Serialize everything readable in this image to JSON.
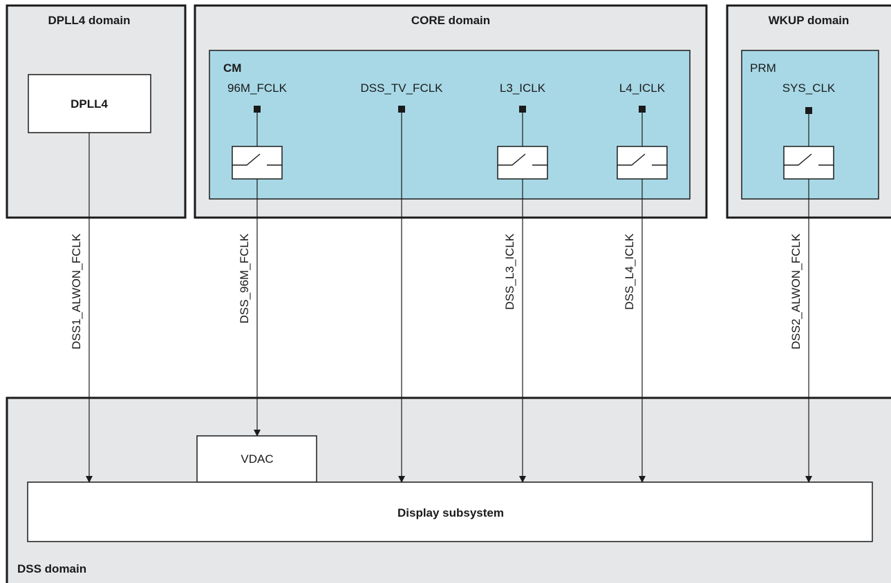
{
  "domains": {
    "dpll4": {
      "title": "DPLL4 domain",
      "block_label": "DPLL4"
    },
    "core": {
      "title": "CORE domain",
      "cm_label": "CM",
      "clocks": [
        "96M_FCLK",
        "DSS_TV_FCLK",
        "L3_ICLK",
        "L4_ICLK"
      ]
    },
    "wkup": {
      "title_bold": "WKUP",
      "title_rest": " domain",
      "prm_label": "PRM",
      "clock": "SYS_CLK"
    },
    "dss": {
      "title": "DSS domain",
      "vdac_label": "VDAC",
      "subsystem_label": "Display subsystem"
    }
  },
  "signals": [
    "DSS1_ALWON_FCLK",
    "DSS_96M_FCLK",
    "DSS_L3_ICLK",
    "DSS_L4_ICLK",
    "DSS2_ALWON_FCLK"
  ],
  "colors": {
    "domain_fill": "#e6e7e9",
    "cm_fill": "#a8d8e6",
    "line": "#1a1a1a"
  }
}
